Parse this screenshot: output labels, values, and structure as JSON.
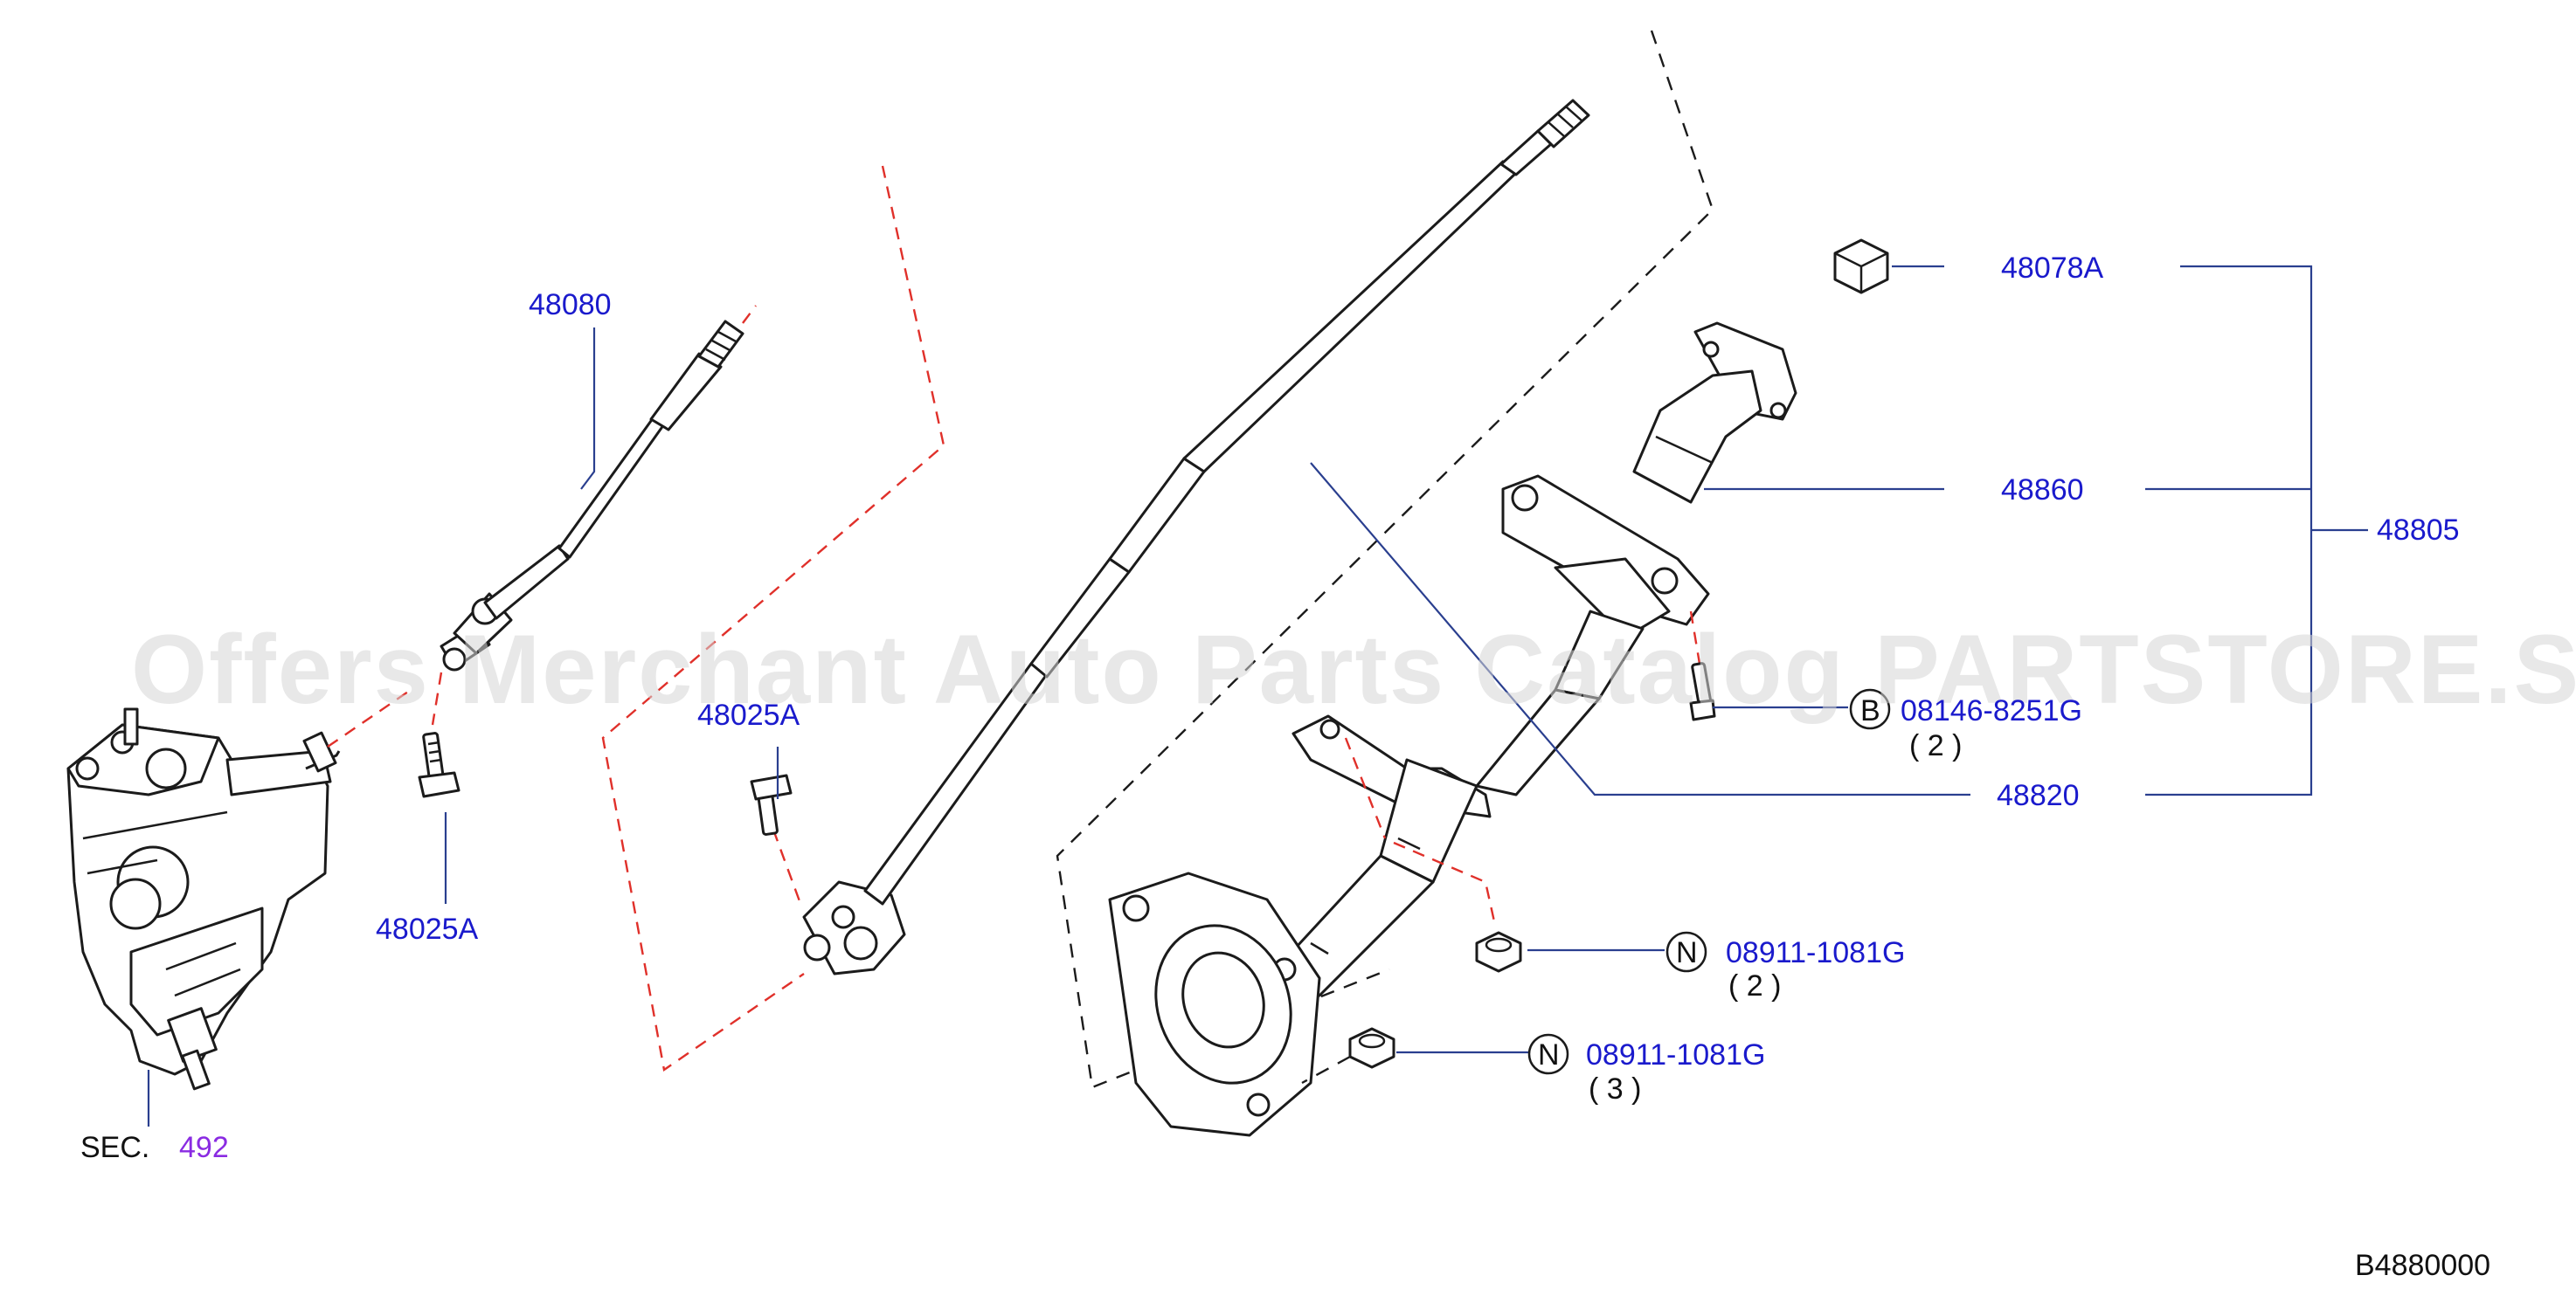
{
  "watermark": "Offers Merchant Auto Parts Catalog PARTSTORE.SA",
  "diagram_code": "B4880000",
  "section_ref": {
    "prefix": "SEC.",
    "number": "492"
  },
  "labels": {
    "lower_shaft": "48080",
    "bolt_left": "48025A",
    "bolt_center": "48025A",
    "nut_top": "48078A",
    "column_tube": "48860",
    "column_assy": "48805",
    "upper_shaft": "48820",
    "bolt_b": {
      "badge": "B",
      "part": "08146-8251G",
      "qty": "( 2 )"
    },
    "nut_n1": {
      "badge": "N",
      "part": "08911-1081G",
      "qty": "( 2 )"
    },
    "nut_n2": {
      "badge": "N",
      "part": "08911-1081G",
      "qty": "( 3 )"
    }
  },
  "colors": {
    "label": "#1a1acc",
    "section": "#8a2be2",
    "leader": "#2a3f8f",
    "dashed_red": "#e0302a"
  }
}
